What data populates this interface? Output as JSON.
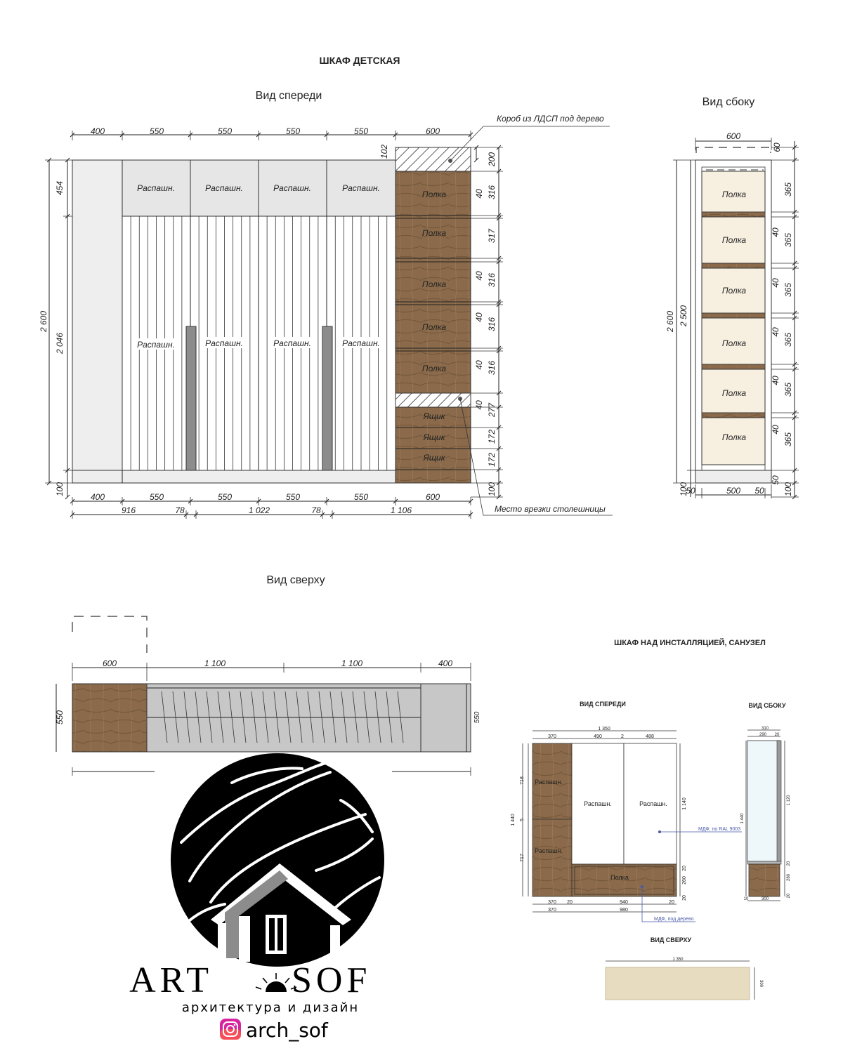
{
  "title": "ШКАФ ДЕТСКАЯ",
  "views": {
    "front": "Вид спереди",
    "side": "Вид сбоку",
    "top": "Вид сверху"
  },
  "colors": {
    "wood": "#8a6a4a",
    "wood_dark": "#6f5238",
    "door": "#e6e6e6",
    "cream": "#f7f0e1",
    "top_gray": "#c7c7c7",
    "beige": "#e8dcc0",
    "callout_blue": "#4a5aa8"
  },
  "front": {
    "top_dims": [
      "400",
      "550",
      "550",
      "550",
      "550",
      "600"
    ],
    "bottom_dims": [
      "400",
      "550",
      "550",
      "550",
      "550",
      "600"
    ],
    "bottom_dims2": [
      "916",
      "78",
      "1 022",
      "78",
      "1 106"
    ],
    "left_dims": [
      "2 600",
      "454",
      "2 046",
      "100"
    ],
    "top_door_label": "Распашн.",
    "main_door_label": "Распашн.",
    "shelf_label": "Полка",
    "drawer_label": "Ящик",
    "right_dims": [
      "102",
      "200",
      "40",
      "316",
      "317",
      "40",
      "316",
      "40",
      "316",
      "40",
      "316",
      "40",
      "277",
      "172",
      "172",
      "100"
    ],
    "callout_top": "Короб из ЛДСП под дерево",
    "callout_bottom": "Место врезки столешницы"
  },
  "side": {
    "top_dim": "600",
    "left_dims": [
      "2 600",
      "2 500",
      "100"
    ],
    "right_dims": [
      "60",
      "365",
      "40",
      "365",
      "40",
      "365",
      "40",
      "365",
      "40",
      "365",
      "40",
      "365",
      "50",
      "100"
    ],
    "bottom_dims": [
      "50",
      "500",
      "50"
    ],
    "shelf_label": "Полка"
  },
  "top": {
    "dims": [
      "600",
      "1 100",
      "1 100",
      "400"
    ],
    "left_dim": "550",
    "cut_dim": "550"
  },
  "small": {
    "title": "ШКАФ НАД ИНСТАЛЛЯЦИЕЙ, САНУЗЕЛ",
    "front_title": "ВИД СПЕРЕДИ",
    "side_title": "ВИД СБОКУ",
    "top_title": "ВИД СВЕРХУ",
    "door_label": "Распашн.",
    "shelf_label": "Полка",
    "callout_mdf": "МДФ, по RAL 9003",
    "callout_wood": "МДФ, под дерево",
    "front_top_dims": [
      "1 350",
      "370",
      "490",
      "2",
      "488"
    ],
    "front_left_dims": [
      "1 440",
      "718",
      "5",
      "717"
    ],
    "front_right_dims": [
      "1 140",
      "20",
      "260",
      "20"
    ],
    "front_bottom_dims": [
      "370",
      "20",
      "940",
      "20"
    ],
    "front_bottom_dims2": [
      "370",
      "980"
    ],
    "side_top_dims": [
      "310",
      "290",
      "20"
    ],
    "side_left_dim": "1 440",
    "side_right_dims": [
      "1 120",
      "20",
      "280",
      "20"
    ],
    "side_bottom_dims": [
      "10",
      "300"
    ],
    "top_dim": "1 350",
    "top_side_dim": "300"
  },
  "logo": {
    "brand_left": "ART",
    "brand_right": "SOF",
    "tagline": "архитектура и дизайн",
    "handle": "arch_sof"
  }
}
